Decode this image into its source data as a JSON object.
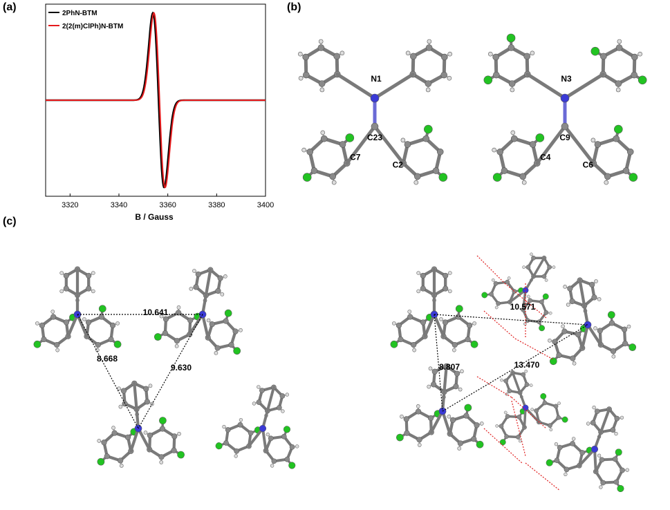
{
  "panels": {
    "a": "(a)",
    "b": "(b)",
    "c": "(c)"
  },
  "chart_data": {
    "type": "line",
    "xlabel": "B / Gauss",
    "ylabel": "",
    "xlim": [
      3310,
      3400
    ],
    "ylim": [
      -1.1,
      1.1
    ],
    "xticks": [
      3320,
      3340,
      3360,
      3380,
      3400
    ],
    "legend_position": "top-left",
    "grid": false,
    "series": [
      {
        "name": "2PhN-BTM",
        "color": "#000000",
        "center": 3356.2,
        "width": 2.3
      },
      {
        "name": "2(2(m)ClPh)N-BTM",
        "color": "#e41a1c",
        "center": 3356.6,
        "width": 2.3
      }
    ]
  },
  "molecules_b": {
    "left_labels": [
      "N1",
      "C23",
      "C7",
      "C2"
    ],
    "right_labels": [
      "N3",
      "C9",
      "C4",
      "C6"
    ]
  },
  "distances_c": {
    "left": [
      "10.641",
      "8.668",
      "9.630"
    ],
    "right": [
      "10.571",
      "8.807",
      "13.470"
    ]
  },
  "colors": {
    "carbon": "#8a8a8a",
    "nitrogen": "#3a3ad6",
    "chlorine": "#22c322",
    "hydrogen": "#dcdcdc"
  }
}
